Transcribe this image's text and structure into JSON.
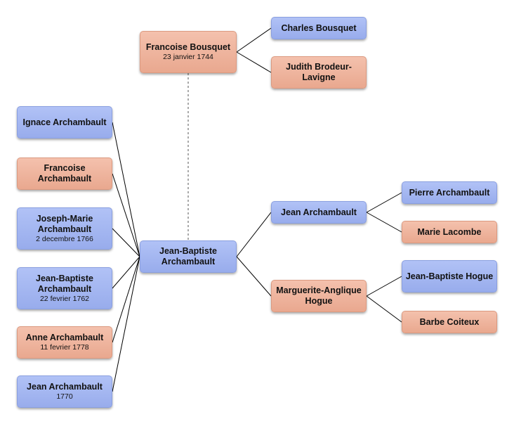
{
  "nodes": {
    "francoise_bousquet": {
      "name": "Francoise Bousquet",
      "date": "23 janvier 1744",
      "sex": "female"
    },
    "charles_bousquet": {
      "name": "Charles Bousquet",
      "sex": "male"
    },
    "judith_brodeur": {
      "name": "Judith Brodeur-Lavigne",
      "sex": "female"
    },
    "ignace": {
      "name": "Ignace Archambault",
      "sex": "male"
    },
    "francoise_archambault": {
      "name": "Francoise Archambault",
      "sex": "female"
    },
    "joseph_marie": {
      "name": "Joseph-Marie Archambault",
      "date": "2 decembre 1766",
      "sex": "male"
    },
    "jean_baptiste_child": {
      "name": "Jean-Baptiste Archambault",
      "date": "22 fevrier 1762",
      "sex": "male"
    },
    "anne": {
      "name": "Anne Archambault",
      "date": "11 fevrier 1778",
      "sex": "female"
    },
    "jean_child": {
      "name": "Jean Archambault",
      "date": "1770",
      "sex": "male"
    },
    "jean_baptiste_main": {
      "name": "Jean-Baptiste Archambault",
      "sex": "male"
    },
    "jean_archambault": {
      "name": "Jean Archambault",
      "sex": "male"
    },
    "marguerite": {
      "name": "Marguerite-Anglique Hogue",
      "sex": "female"
    },
    "pierre": {
      "name": "Pierre Archambault",
      "sex": "male"
    },
    "marie_lacombe": {
      "name": "Marie Lacombe",
      "sex": "female"
    },
    "jean_baptiste_hogue": {
      "name": "Jean-Baptiste Hogue",
      "sex": "male"
    },
    "barbe": {
      "name": "Barbe Coiteux",
      "sex": "female"
    }
  },
  "colors": {
    "male": "#a5b7f1",
    "female": "#efb59e",
    "line": "#000000"
  }
}
